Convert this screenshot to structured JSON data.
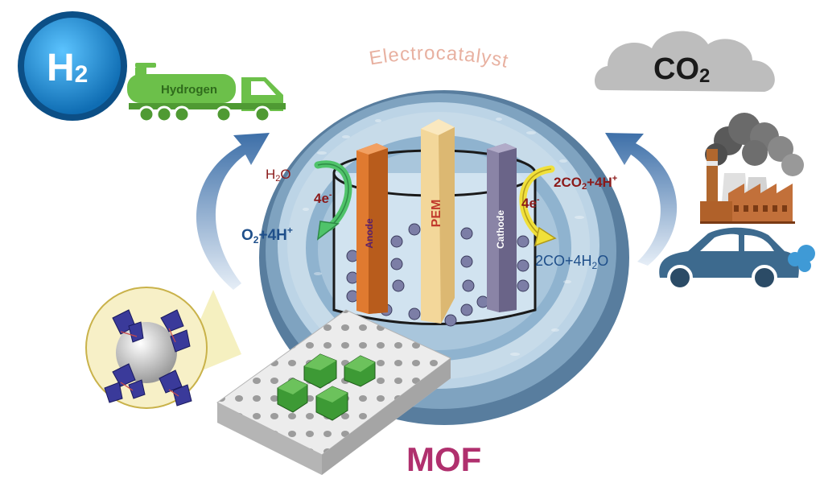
{
  "labels": {
    "h2_main": "H",
    "h2_sub": "2",
    "truck": "Hydrogen",
    "electrocatalyst": "Electrocatalyst",
    "co2_main": "CO",
    "co2_sub": "2",
    "h2o_left_main": "H",
    "h2o_left_sub": "2",
    "h2o_left_tail": "O",
    "e_left_main": "4e",
    "e_left_sup": "-",
    "o2_main": "O",
    "o2_sub": "2",
    "o2_tail": "+4H",
    "o2_sup": "+",
    "co2_right_main": "2CO",
    "co2_right_sub": "2",
    "co2_right_tail": "+4H",
    "co2_right_sup": "+",
    "e_right_main": "4e",
    "e_right_sup": "-",
    "co_main": "2CO+4H",
    "co_sub": "2",
    "co_tail": "O",
    "anode": "Anode",
    "pem": "PEM",
    "cathode": "Cathode",
    "mof": "MOF"
  },
  "colors": {
    "h2_blue": "#1a8fd6",
    "truck_green": "#6cc04a",
    "cloud_grey": "#bdbdbd",
    "arrow_blue": "#3d6fa8",
    "reaction_red": "#8b1a1a",
    "reaction_blue": "#1f4f8a",
    "anode_orange": "#e07a30",
    "pem_yellow": "#f3d79a",
    "cathode_purple": "#8a84a6",
    "mof_magenta": "#b0306e",
    "crystal_green": "#3d9a35"
  }
}
